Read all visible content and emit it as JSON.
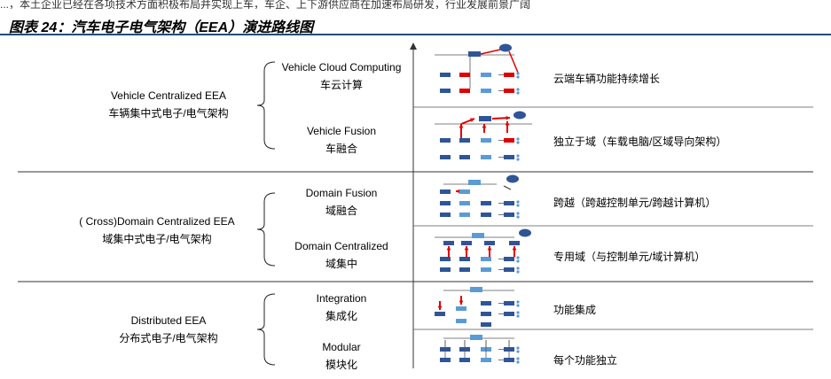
{
  "header": {
    "top_text": "...，本土企业已经在各项技术方面积极布局并实现上车，车企、上下游供应商在加速布局研发，行业发展前景广阔",
    "figure_title": "图表 24：汽车电子电气架构（EEA）演进路线图"
  },
  "groups": [
    {
      "en": "Vehicle Centralized EEA",
      "zh": "车辆集中式电子/电气架构"
    },
    {
      "en": "( Cross)Domain Centralized EEA",
      "zh": "域集中式电子/电气架构"
    },
    {
      "en": "Distributed EEA",
      "zh": "分布式电子/电气架构"
    }
  ],
  "stages": [
    {
      "en": "Vehicle Cloud Computing",
      "zh": "车云计算",
      "desc": "云端车辆功能持续增长"
    },
    {
      "en": "Vehicle Fusion",
      "zh": "车融合",
      "desc": "独立于域（车载电脑/区域导向架构）"
    },
    {
      "en": "Domain Fusion",
      "zh": "域融合",
      "desc": "跨越（跨越控制单元/跨越计算机）"
    },
    {
      "en": "Domain Centralized",
      "zh": "域集中",
      "desc": "专用域（与控制单元/域计算机）"
    },
    {
      "en": "Integration",
      "zh": "集成化",
      "desc": "功能集成"
    },
    {
      "en": "Modular",
      "zh": "模块化",
      "desc": "每个功能独立"
    }
  ],
  "colors": {
    "ecu_dark": "#2f5597",
    "ecu_light": "#5b9bd5",
    "ecu_cyan": "#4bacc6",
    "accent_red": "#e00000",
    "line": "#555555",
    "title_rule": "#1f4e79"
  }
}
